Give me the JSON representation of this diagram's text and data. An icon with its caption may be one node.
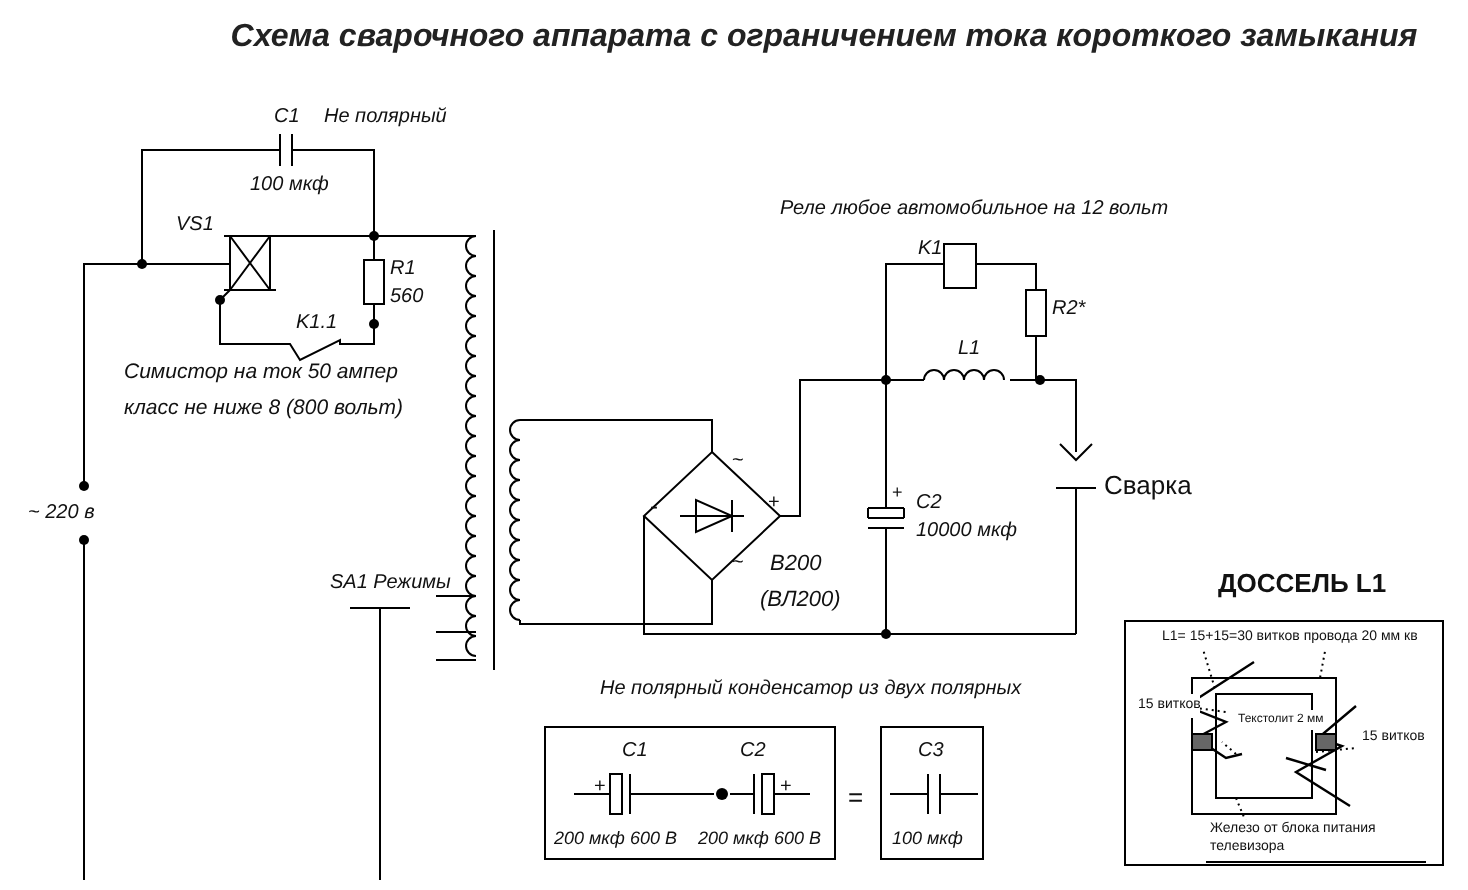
{
  "diagram": {
    "title": "Схема сварочного аппарата с ограничением тока короткого замыкания",
    "nodes": [
      {
        "text": [
          "C1",
          "+",
          "C2",
          "+",
          "200 мкф 600 В",
          "200 мкф 600 В"
        ]
      },
      {
        "text": [
          "C3",
          "100 мкф"
        ]
      },
      {
        "text": [
          "ДОССЕЛЬ L1",
          "L1= 15+15=30 витков провода 20 мм кв",
          "15 витков",
          "Текстолит 2 мм",
          "15 витков",
          "Железо от блока питания телевизора"
        ]
      }
    ],
    "labels": [
      "C1",
      "Не полярный",
      "100 мкф",
      "VS1",
      "R1",
      "560",
      "K1.1",
      "Симистор на ток 50 ампер класс не ниже 8 (800 вольт)",
      "~ 220 в",
      "SA1 Режимы",
      "Реле любое автомобильное на 12 вольт",
      "K1",
      "R2*",
      "L1",
      "~",
      "-",
      "+",
      "~",
      "+",
      "C2",
      "10000 мкф",
      "B200",
      "(ВЛ200)",
      "Сварка",
      "Не полярный конденсатор из двух полярных",
      "="
    ]
  }
}
